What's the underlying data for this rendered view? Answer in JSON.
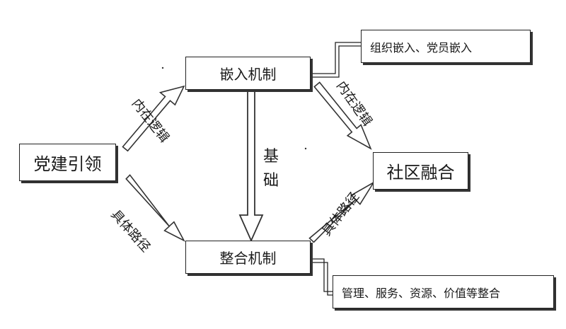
{
  "nodes": {
    "party_leadership": "党建引领",
    "embedding_mechanism": "嵌入机制",
    "integration_mechanism": "整合机制",
    "community_fusion": "社区融合",
    "embedding_note": "组织嵌入、党员嵌入",
    "integration_note": "管理、服务、资源、价值等整合"
  },
  "edge_labels": {
    "inner_logic_left": "内在逻辑",
    "inner_logic_right": "内在逻辑",
    "concrete_path_left": "具体路径",
    "concrete_path_right": "具体路径",
    "foundation": [
      "基",
      "础"
    ]
  }
}
